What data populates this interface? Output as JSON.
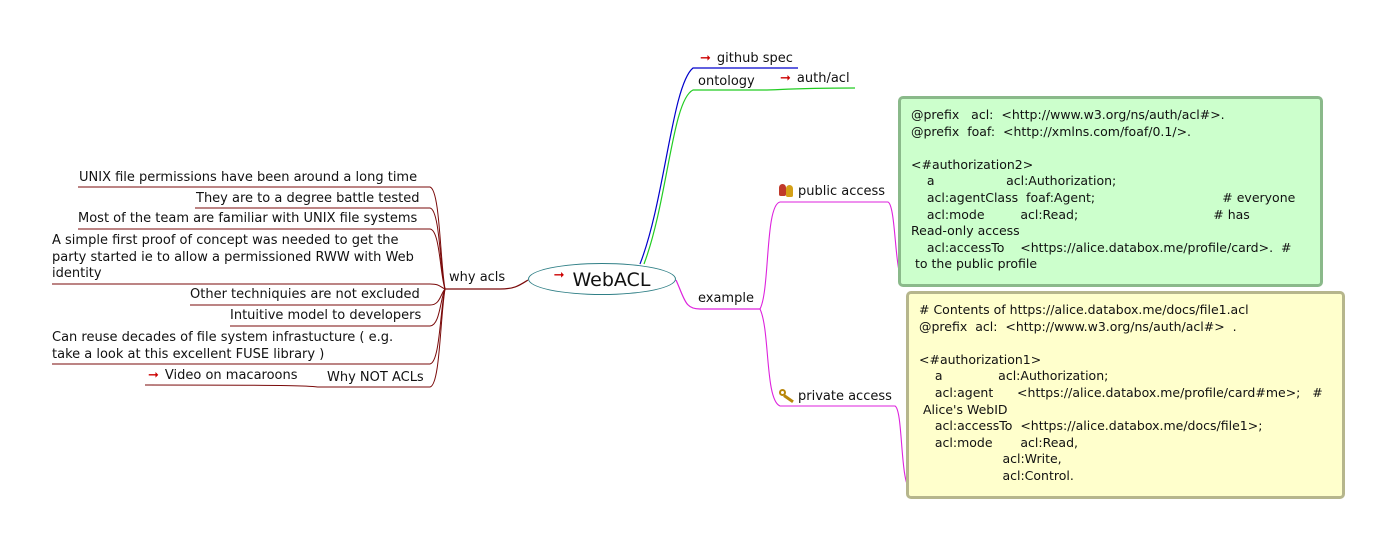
{
  "center": {
    "label": "WebACL"
  },
  "right_top": {
    "github_spec": "github spec",
    "ontology": "ontology",
    "auth_acl": "auth/acl"
  },
  "example": {
    "label": "example",
    "public_access": "public access",
    "private_access": "private access",
    "public_box_lines": [
      "@prefix   acl:  <http://www.w3.org/ns/auth/acl#>.",
      "@prefix  foaf:  <http://xmlns.com/foaf/0.1/>.",
      "",
      "<#authorization2>",
      "    a                  acl:Authorization;",
      "    acl:agentClass  foaf:Agent;                                # everyone",
      "    acl:mode         acl:Read;                                  # has",
      "Read-only access",
      "    acl:accessTo    <https://alice.databox.me/profile/card>.  #",
      " to the public profile"
    ],
    "private_box_lines": [
      "# Contents of https://alice.databox.me/docs/file1.acl",
      "@prefix  acl:  <http://www.w3.org/ns/auth/acl#>  .",
      "",
      "<#authorization1>",
      "    a              acl:Authorization;",
      "    acl:agent      <https://alice.databox.me/profile/card#me>;   #",
      " Alice's WebID",
      "    acl:accessTo  <https://alice.databox.me/docs/file1>;",
      "    acl:mode       acl:Read,",
      "                     acl:Write,",
      "                     acl:Control."
    ]
  },
  "why_acls": {
    "label": "why acls",
    "items": [
      "UNIX file permissions have been around a long time",
      "They are to a degree battle tested",
      "Most of the team are familiar with UNIX file systems",
      "A simple first proof of concept was needed to get the party started ie to allow a permissioned RWW with Web identity",
      "Other techniquies are not excluded",
      "Intuitive model to developers",
      "Can reuse decades of file system infrastucture ( e.g. take a look at this excellent FUSE library )"
    ],
    "why_not": "Why NOT ACLs",
    "macaroons": "Video on macaroons"
  },
  "colors": {
    "left_branch": "#7a0a0a",
    "github_branch": "#0000cc",
    "ontology_branch": "#22cc22",
    "example_branch": "#dd22dd",
    "arrow": "#cc0000"
  }
}
